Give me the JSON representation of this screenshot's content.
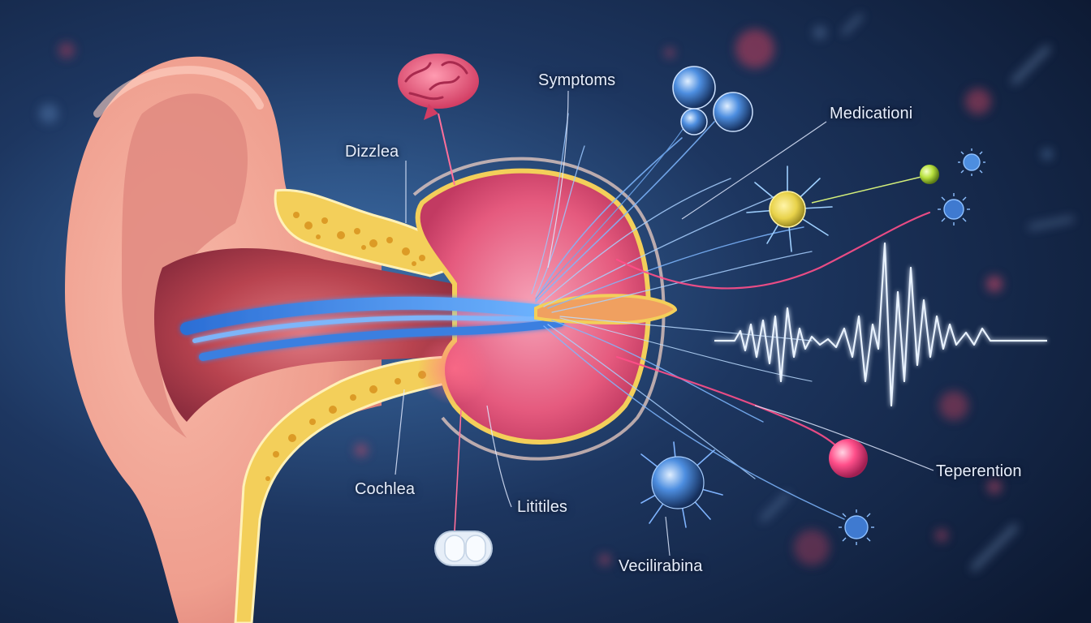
{
  "labels": {
    "symptoms": "Symptoms",
    "medication": "Medicationi",
    "dizzlea": "Dizzlea",
    "cochlea": "Cochlea",
    "lititiles": "Lititiles",
    "teperention": "Teperention",
    "vecilrabina": "Vecilirabina"
  },
  "colors": {
    "background_dark": "#0f1c36",
    "background_glow": "#3d6ea8",
    "ear_skin": "#f0a090",
    "ear_inner": "#c75058",
    "bone_yellow": "#f3cf5a",
    "nerve_blue": "#3f8ee8",
    "accent_pink": "#ff4f8a",
    "waveform": "#e8f2ff",
    "cell_yellow": "#e8d24a"
  }
}
